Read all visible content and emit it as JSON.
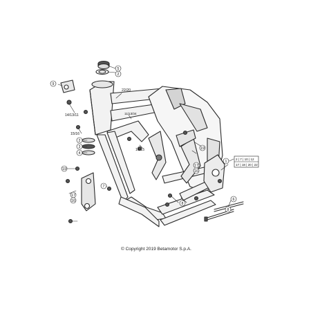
{
  "copyright": "© Copyright 2019 Betamotor S.p.A.",
  "callouts": {
    "c5": "5",
    "c2a": "2",
    "c9": "9",
    "c2020": "22/20",
    "c141311": "14/13/11",
    "c1211": "11/13/34",
    "c1516": "15/16",
    "c2b": "2",
    "c3": "3",
    "c4": "4",
    "c1615": "16/15",
    "c19a": "19",
    "c19b": "19",
    "c17a": "17",
    "c16a": "16",
    "c7": "7",
    "c8a": "8",
    "c8b": "8",
    "c17b": "17",
    "c16b": "16",
    "c1": "1",
    "c6": "6"
  },
  "ref_box": {
    "row1": "2 | 7 | 10 | 12",
    "row2": "17 | 18 | 20 | 22"
  },
  "colors": {
    "line": "#2a2a2a",
    "fill": "#f2f2f2",
    "shade": "#d4d4d4",
    "dark": "#555555"
  }
}
